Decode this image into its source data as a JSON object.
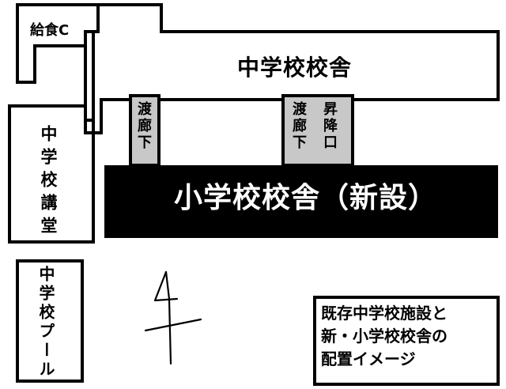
{
  "buildings": {
    "kyushoku_center": "給食C",
    "chugaku_main": "中学校校舎",
    "chugaku_kodo": "中学校講堂",
    "chugaku_pool": "中学校プール",
    "watari_roka_1": "渡廊下",
    "watari_roka_2": "渡廊下",
    "shokoguchi": "昇降口",
    "shogaku_new": "小学校校舎（新設）"
  },
  "legend": {
    "line1": "既存中学校施設と",
    "line2": "新・小学校校舎の",
    "line3": "配置イメージ"
  },
  "colors": {
    "outline": "#000000",
    "fill": "#ffffff",
    "corridor_fill": "#c8c8c8",
    "new_building_fill": "#000000",
    "new_building_text": "#ffffff"
  },
  "icons": {
    "north_arrow": "north-arrow-icon"
  }
}
